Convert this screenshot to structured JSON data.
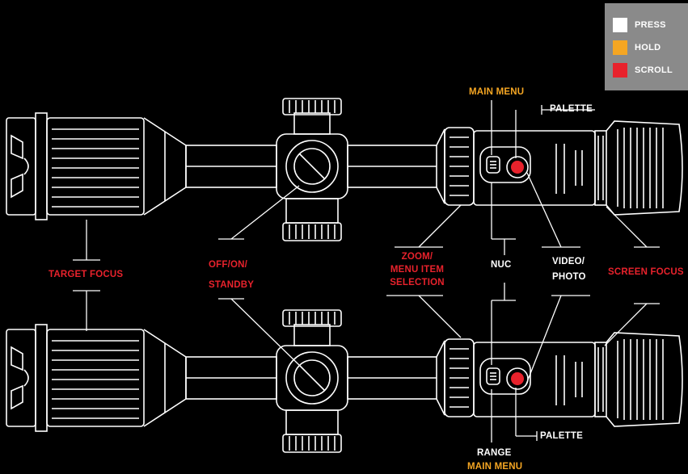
{
  "legend": {
    "items": [
      {
        "label": "PRESS",
        "color": "#ffffff"
      },
      {
        "label": "HOLD",
        "color": "#f5a623"
      },
      {
        "label": "SCROLL",
        "color": "#e8222c"
      }
    ]
  },
  "labels": {
    "main_menu_top": "MAIN MENU",
    "palette_top": "PALETTE",
    "target_focus": "TARGET FOCUS",
    "off_on_standby_1": "OFF/ON/",
    "off_on_standby_2": "STANDBY",
    "zoom_1": "ZOOM/",
    "zoom_2": "MENU ITEM",
    "zoom_3": "SELECTION",
    "nuc": "NUC",
    "video_1": "VIDEO/",
    "video_2": "PHOTO",
    "screen_focus": "SCREEN FOCUS",
    "palette_bottom": "PALETTE",
    "range": "RANGE",
    "main_menu_bottom": "MAIN MENU"
  },
  "colors": {
    "press": "#ffffff",
    "hold": "#f5a623",
    "scroll": "#e8222c",
    "line": "#ffffff",
    "background": "#000000"
  }
}
